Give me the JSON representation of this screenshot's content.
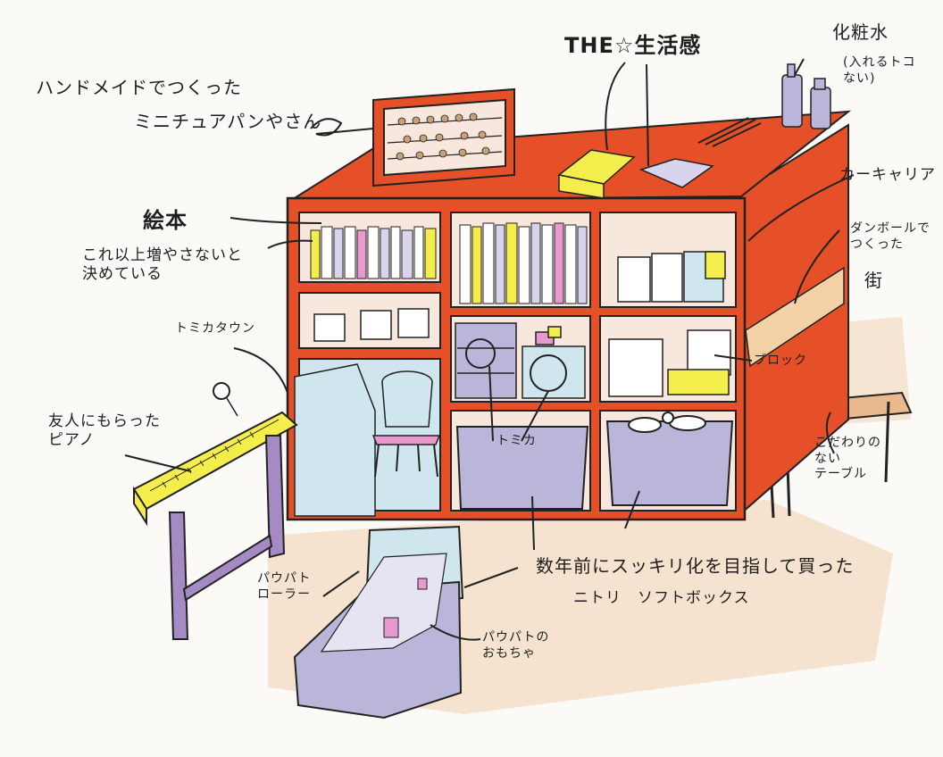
{
  "labels": {
    "handmade": "ハンドメイドでつくった",
    "miniature": "ミニチュアパンやさん",
    "the_life": "THE☆生活感",
    "cosmetics": "化粧水",
    "no_place": "(入れるトコ\nない)",
    "car_carrier": "カーキャリア",
    "cardboard": "ダンボールで\nつくった",
    "town": "街",
    "picture_books": "絵本",
    "no_more": "これ以上増やさないと\n決めている",
    "tomica_town": "トミカタウン",
    "piano": "友人にもらった\nピアノ",
    "block": "ブロック",
    "tomica": "トミカ",
    "table": "こだわりの\nない\nテーブル",
    "box_bought": "数年前にスッキリ化を目指して買った",
    "nitori": "ニトリ　ソフトボックス",
    "roller": "パウパト\nローラー",
    "toys": "パウパトの\nおもちゃ"
  },
  "colors": {
    "shelf": "#e55028",
    "shelf_dark": "#c43d1d",
    "yellow": "#f3ee4c",
    "lavender": "#b9b6d9",
    "purple": "#a58ac4",
    "pink": "#e89ad0",
    "lightblue": "#cfe6ef",
    "floor": "#f1cfae",
    "line": "#222222"
  }
}
